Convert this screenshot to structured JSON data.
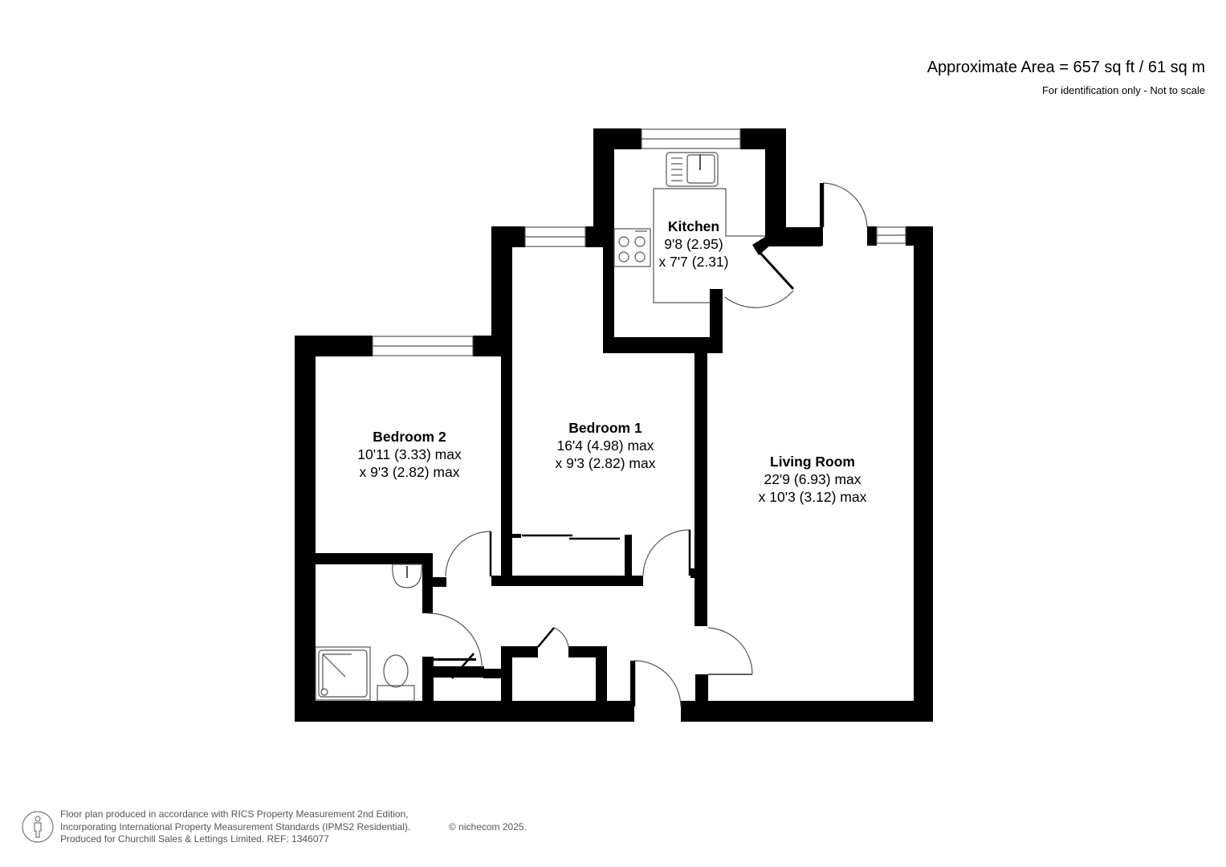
{
  "header": {
    "area": "Approximate Area = 657 sq ft / 61 sq m",
    "disclaimer": "For identification only - Not to scale"
  },
  "rooms": {
    "kitchen": {
      "name": "Kitchen",
      "dim1": "9'8 (2.95)",
      "dim2": "x 7'7 (2.31)"
    },
    "bedroom1": {
      "name": "Bedroom 1",
      "dim1": "16'4 (4.98) max",
      "dim2": "x 9'3 (2.82) max"
    },
    "bedroom2": {
      "name": "Bedroom 2",
      "dim1": "10'11 (3.33) max",
      "dim2": "x 9'3 (2.82) max"
    },
    "living": {
      "name": "Living Room",
      "dim1": "22'9 (6.93) max",
      "dim2": "x 10'3 (3.12) max"
    }
  },
  "footer": {
    "line1": "Floor plan produced in accordance with RICS Property Measurement 2nd Edition,",
    "line2": "Incorporating International Property Measurement Standards (IPMS2 Residential).",
    "line3": "Produced for Churchill Sales & Lettings Limited.   REF: 1346077",
    "copyright": "© nichecom 2025."
  },
  "colors": {
    "wall": "#000000",
    "fixture": "#555555",
    "background": "#ffffff"
  },
  "icons": [
    "person-icon",
    "sink-icon",
    "hob-icon",
    "basin-icon",
    "toilet-icon",
    "shower-icon",
    "door-swing-icon",
    "window-icon"
  ]
}
